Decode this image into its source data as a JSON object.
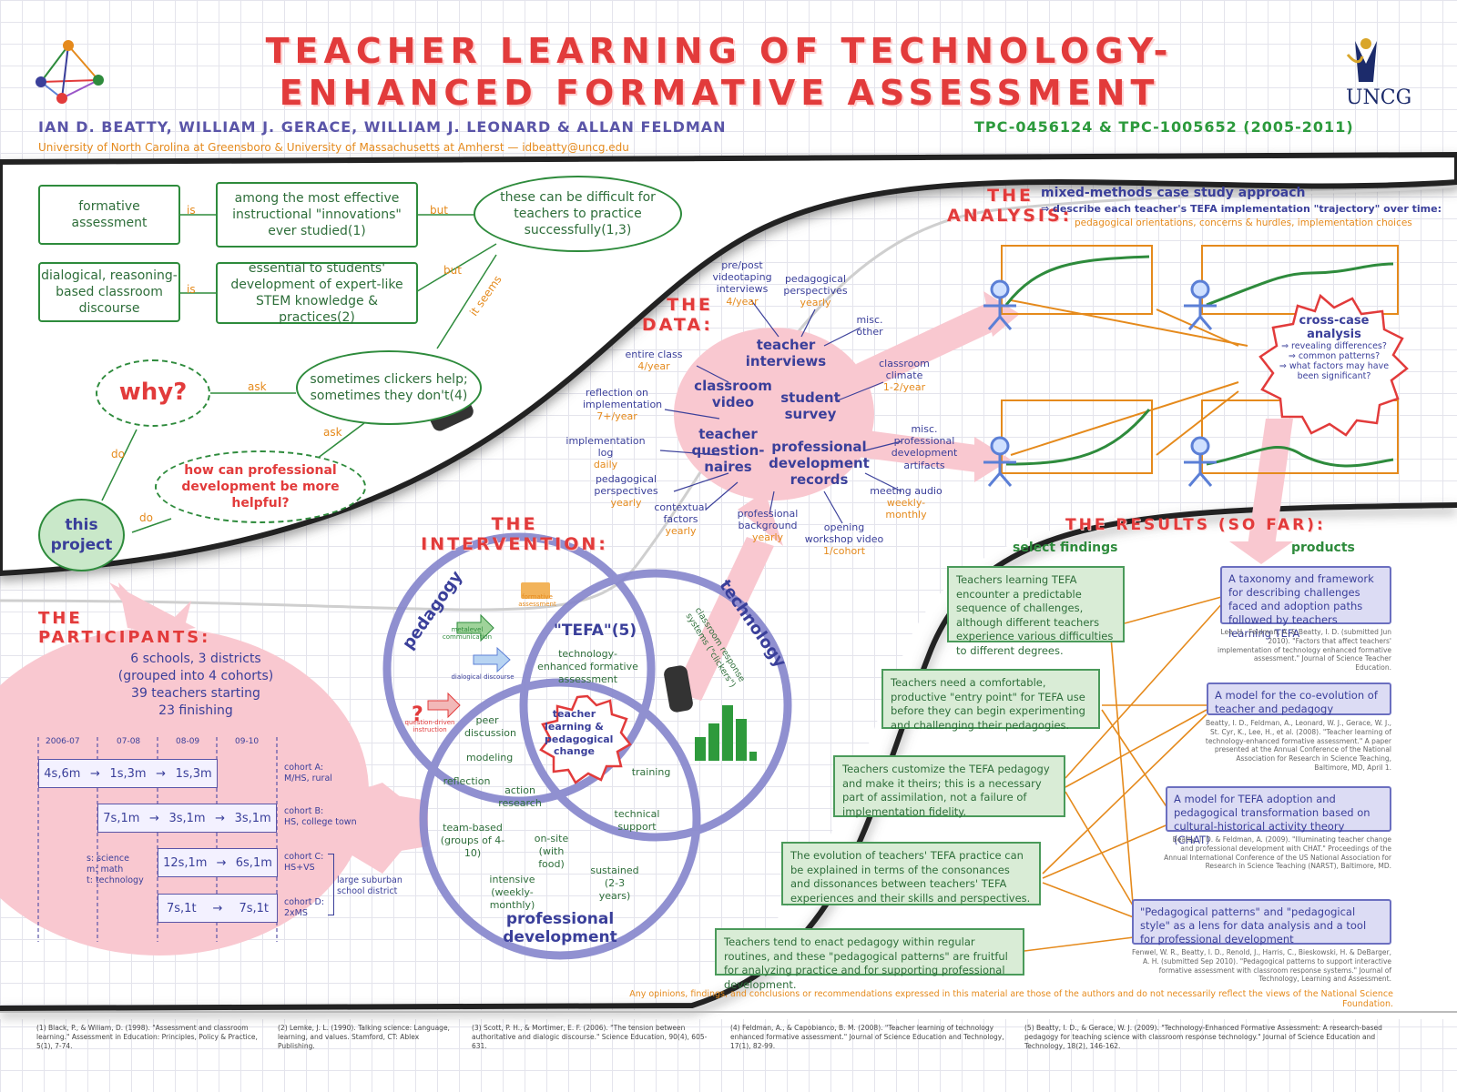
{
  "header": {
    "title_line1": "TEACHER LEARNING OF TECHNOLOGY-",
    "title_line2": "ENHANCED FORMATIVE ASSESSMENT",
    "authors": "IAN D. BEATTY, WILLIAM J. GERACE, WILLIAM J. LEONARD & ALLAN FELDMAN",
    "grant": "TPC-0456124 & TPC-1005652 (2005-2011)",
    "affiliation": "University of North Carolina at Greensboro & University of Massachusetts at Amherst — idbeatty@uncg.edu",
    "logo_text": "UNCG"
  },
  "motivation": {
    "box1": "formative assessment",
    "box2": "among the most effective instructional \"innovations\" ever studied(1)",
    "oval1": "these can be difficult for teachers to practice successfully(1,3)",
    "box3": "dialogical, reasoning-based classroom discourse",
    "box4": "essential to students' development of expert-like STEM knowledge & practices(2)",
    "oval2": "sometimes clickers help; sometimes they don't(4)",
    "why": "why?",
    "how": "how can professional development be more helpful?",
    "project": "this project",
    "links": {
      "is": "is",
      "but": "but",
      "it_seems": "it seems",
      "ask": "ask",
      "do": "do"
    }
  },
  "analysis": {
    "heading1": "THE",
    "heading2": "ANALYSIS:",
    "method": "mixed-methods case study approach",
    "describe": "⇒ describe each teacher's TEFA implementation \"trajectory\" over time:",
    "aspects": "pedagogical orientations, concerns & hurdles, implementation choices",
    "cross_case_title": "cross-case analysis",
    "cross_case_items": [
      "⇒ revealing differences?",
      "⇒ common patterns?",
      "⇒ what factors may have been significant?"
    ]
  },
  "data_section": {
    "heading1": "THE",
    "heading2": "DATA:",
    "center": [
      "teacher interviews",
      "classroom video",
      "student survey",
      "teacher question-naires",
      "professional development records"
    ],
    "sources": [
      {
        "label": "pre/post videotaping interviews",
        "freq": "4/year"
      },
      {
        "label": "pedagogical perspectives",
        "freq": "yearly"
      },
      {
        "label": "misc. other",
        "freq": ""
      },
      {
        "label": "entire class",
        "freq": "4/year"
      },
      {
        "label": "classroom climate",
        "freq": "1-2/year"
      },
      {
        "label": "reflection on implementation",
        "freq": "7+/year"
      },
      {
        "label": "implementation log",
        "freq": "daily"
      },
      {
        "label": "misc. professional development artifacts",
        "freq": ""
      },
      {
        "label": "pedagogical perspectives",
        "freq": "yearly"
      },
      {
        "label": "meeting audio",
        "freq": "weekly-monthly"
      },
      {
        "label": "contextual factors",
        "freq": "yearly"
      },
      {
        "label": "professional background",
        "freq": "yearly"
      },
      {
        "label": "opening workshop video",
        "freq": "1/cohort"
      }
    ]
  },
  "intervention": {
    "heading1": "THE",
    "heading2": "INTERVENTION:",
    "pedagogy": "pedagogy",
    "technology": "technology",
    "pd1": "professional",
    "pd2": "development",
    "tefa": "\"TEFA\"(5)",
    "tefa_sub": "technology-enhanced formative assessment",
    "crs": "classroom response systems (\"clickers\")",
    "center": "teacher learning & pedagogical change",
    "icons": [
      "formative assessment",
      "metalevel communication",
      "dialogical discourse",
      "question-driven instruction"
    ],
    "pd_items": [
      "peer discussion",
      "modeling",
      "reflection",
      "action research",
      "training",
      "technical support",
      "team-based (groups of 4-10)",
      "on-site (with food)",
      "intensive (weekly-monthly)",
      "sustained (2-3 years)"
    ]
  },
  "participants": {
    "heading1": "THE",
    "heading2": "PARTICIPANTS:",
    "summary": [
      "6 schools, 3 districts",
      "(grouped into 4 cohorts)",
      "39 teachers starting",
      "23 finishing"
    ],
    "years": [
      "2006-07",
      "07-08",
      "08-09",
      "09-10"
    ],
    "rows": [
      {
        "values": [
          "4s,6m",
          "1s,3m",
          "1s,3m"
        ],
        "cohort": "cohort A:",
        "desc": "M/HS, rural"
      },
      {
        "values": [
          "7s,1m",
          "3s,1m",
          "3s,1m"
        ],
        "cohort": "cohort B:",
        "desc": "HS, college town"
      },
      {
        "values": [
          "12s,1m",
          "6s,1m"
        ],
        "cohort": "cohort C:",
        "desc": "HS+VS"
      },
      {
        "values": [
          "7s,1t",
          "7s,1t"
        ],
        "cohort": "cohort D:",
        "desc": "2xMS"
      }
    ],
    "legend": [
      "s: science",
      "m: math",
      "t: technology"
    ],
    "district": "large suburban school district"
  },
  "results": {
    "heading": "THE RESULTS (SO FAR):",
    "col1": "select findings",
    "col2": "products",
    "findings": [
      "Teachers learning TEFA encounter a predictable sequence of challenges, although different teachers experience various difficulties to different degrees.",
      "Teachers need a comfortable, productive \"entry point\" for TEFA use before they can begin experimenting and challenging their pedagogies.",
      "Teachers customize the TEFA pedagogy and make it theirs; this is a necessary part of assimilation, not a failure of implementation fidelity.",
      "The evolution of teachers' TEFA practice can be explained in terms of the consonances and dissonances between teachers' TEFA experiences and their skills and perspectives.",
      "Teachers tend to enact pedagogy within regular routines, and these \"pedagogical patterns\" are fruitful for analyzing practice and for supporting professional development."
    ],
    "products": [
      {
        "text": "A taxonomy and framework for describing challenges faced and adoption paths followed by teachers learning TEFA",
        "cite": "Lee, H., Feldman, A. & Beatty, I. D. (submitted Jun 2010). \"Factors that affect teachers' implementation of technology enhanced formative assessment.\" Journal of Science Teacher Education."
      },
      {
        "text": "A model for the co-evolution of teacher and pedagogy",
        "cite": "Beatty, I. D., Feldman, A., Leonard, W. J., Gerace, W. J., St. Cyr, K., Lee, H., et al. (2008). \"Teacher learning of technology-enhanced formative assessment.\" A paper presented at the Annual Conference of the National Association for Research in Science Teaching, Baltimore, MD, April 1."
      },
      {
        "text": "A model for TEFA adoption and pedagogical transformation based on cultural-historical activity theory (CHAT)",
        "cite": "Beatty, I. D. & Feldman, A. (2009). \"Illuminating teacher change and professional development with CHAT.\" Proceedings of the Annual International Conference of the US National Association for Research in Science Teaching (NARST), Baltimore, MD."
      },
      {
        "text": "\"Pedagogical patterns\" and \"pedagogical style\" as a lens for data analysis and a tool for professional development",
        "cite": "Fenwel, W. R., Beatty, I. D., Renold, J., Harris, C., Bieskowski, H. & DeBarger, A. H. (submitted Sep 2010). \"Pedagogical patterns to support interactive formative assessment with classroom response systems.\" Journal of Technology, Learning and Assessment."
      }
    ]
  },
  "footer": {
    "disclaimer": "Any opinions, findings, and conclusions or recommendations expressed in this material are those of the authors and do not necessarily reflect the views of the National Science Foundation.",
    "refs": [
      "(1) Black, P., & Wiliam, D. (1998). \"Assessment and classroom learning.\" Assessment in Education: Principles, Policy & Practice, 5(1), 7-74.",
      "(2) Lemke, J. L. (1990). Talking science: Language, learning, and values. Stamford, CT: Ablex Publishing.",
      "(3) Scott, P. H., & Mortimer, E. F. (2006). \"The tension between authoritative and dialogic discourse.\" Science Education, 90(4), 605-631.",
      "(4) Feldman, A., & Capobianco, B. M. (2008). \"Teacher learning of technology enhanced formative assessment.\" Journal of Science Education and Technology, 17(1), 82-99.",
      "(5) Beatty, I. D., & Gerace, W. J. (2009). \"Technology-Enhanced Formative Assessment: A research-based pedagogy for teaching science with classroom response technology.\" Journal of Science Education and Technology, 18(2), 146-162."
    ]
  },
  "colors": {
    "title_red": "#e23b3b",
    "blue": "#3a3f9a",
    "green": "#2e8b3c",
    "orange": "#e58a1c",
    "pink": "#f9c8d0"
  }
}
